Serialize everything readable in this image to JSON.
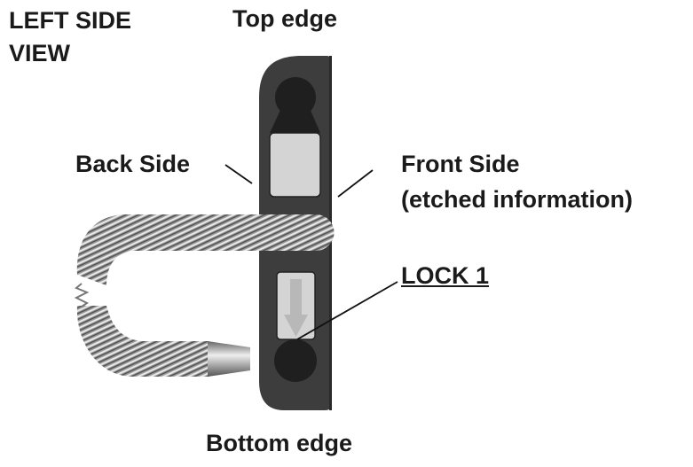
{
  "labels": {
    "view_line1": "LEFT SIDE",
    "view_line2": "VIEW",
    "top_edge": "Top edge",
    "back_side": "Back Side",
    "front_side": "Front Side",
    "front_side_note": "(etched information)",
    "lock": "LOCK 1",
    "bottom_edge": "Bottom edge"
  },
  "colors": {
    "body": "#3d3d3d",
    "hole": "#1f1f1f",
    "window": "#d4d4d4",
    "arrow": "#b8b8b8"
  }
}
